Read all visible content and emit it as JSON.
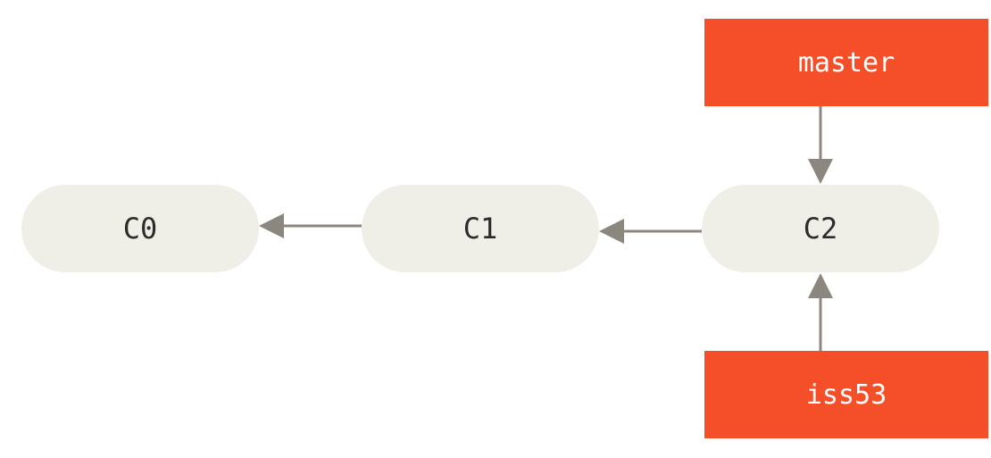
{
  "commits": [
    {
      "id": "c0",
      "label": "C0"
    },
    {
      "id": "c1",
      "label": "C1"
    },
    {
      "id": "c2",
      "label": "C2"
    }
  ],
  "branches": {
    "master": {
      "label": "master"
    },
    "iss53": {
      "label": "iss53"
    }
  },
  "colors": {
    "commit_fill": "#efeee7",
    "branch_fill": "#f54f29",
    "arrow": "#8c877e",
    "commit_text": "#2b2b2b",
    "branch_text": "#ffffff"
  }
}
